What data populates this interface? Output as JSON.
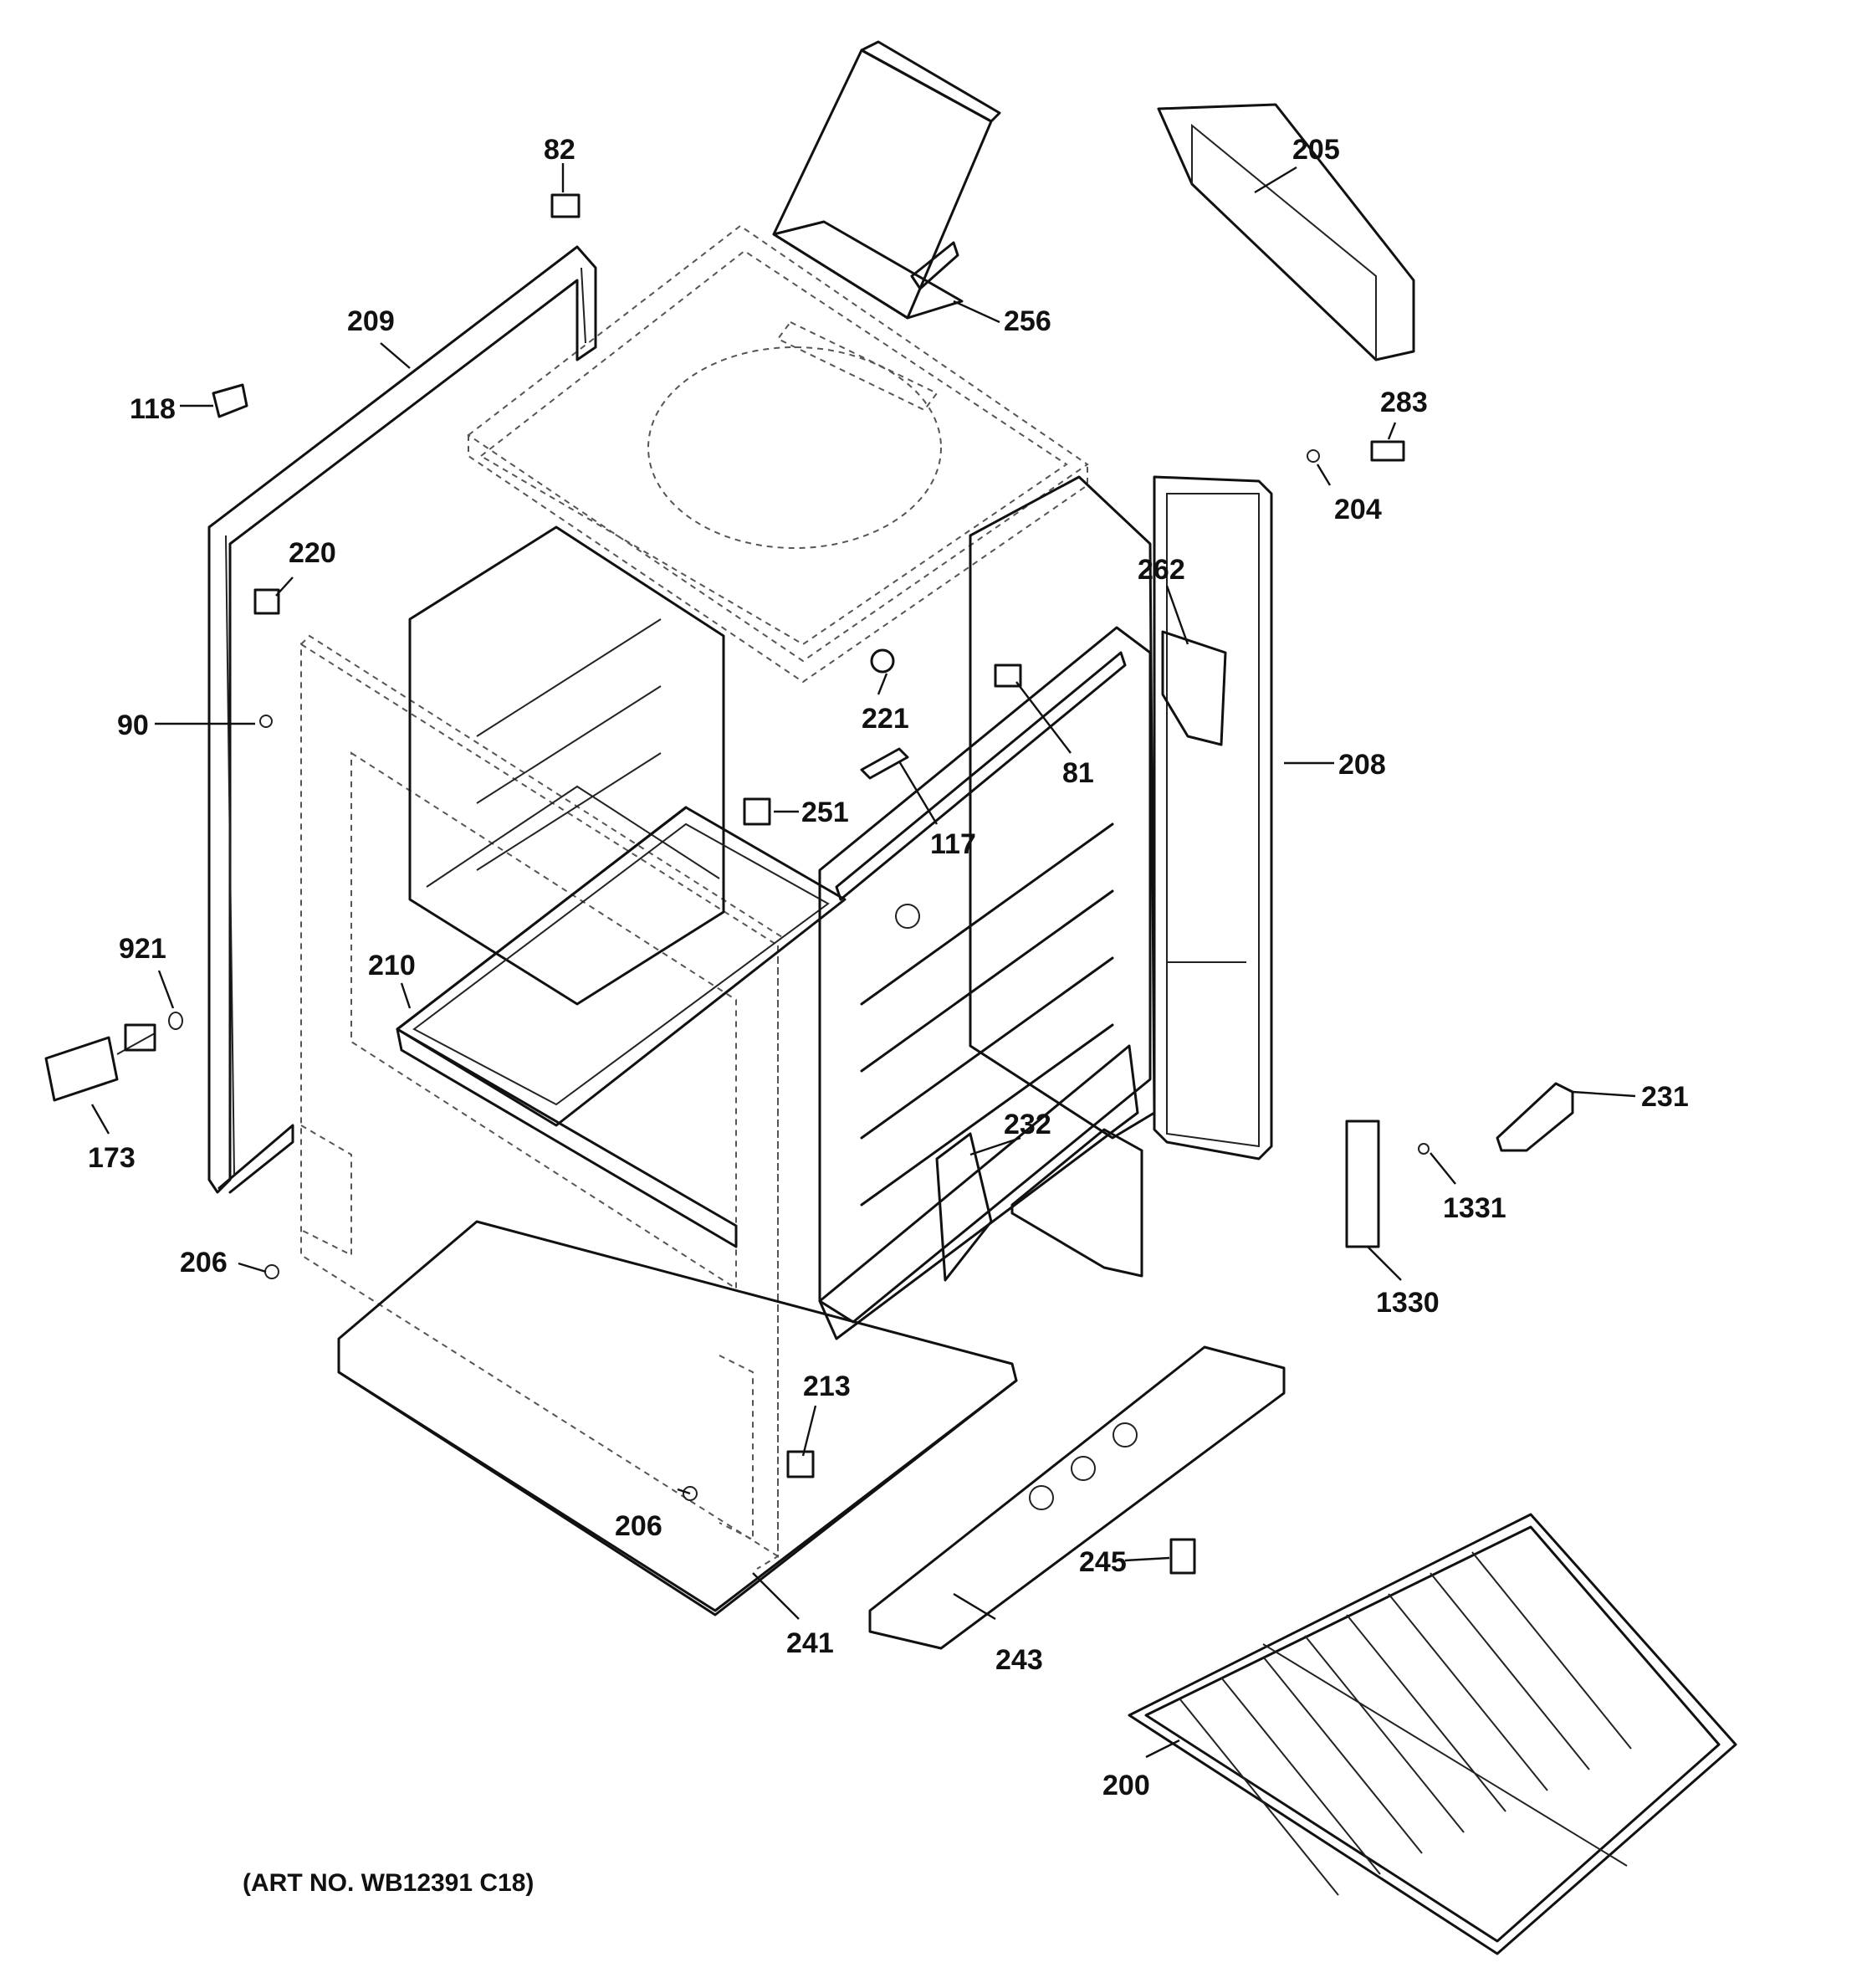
{
  "art_number": "(ART NO. WB12391 C18)",
  "callouts": {
    "c82": "82",
    "c209": "209",
    "c118": "118",
    "c220": "220",
    "c90": "90",
    "c921": "921",
    "c173": "173",
    "c206a": "206",
    "c206b": "206",
    "c210": "210",
    "c256": "256",
    "c205": "205",
    "c283": "283",
    "c204": "204",
    "c262": "262",
    "c221": "221",
    "c81": "81",
    "c208": "208",
    "c251": "251",
    "c117": "117",
    "c232": "232",
    "c231": "231",
    "c1331": "1331",
    "c1330": "1330",
    "c213": "213",
    "c241": "241",
    "c243": "243",
    "c245": "245",
    "c200": "200"
  }
}
